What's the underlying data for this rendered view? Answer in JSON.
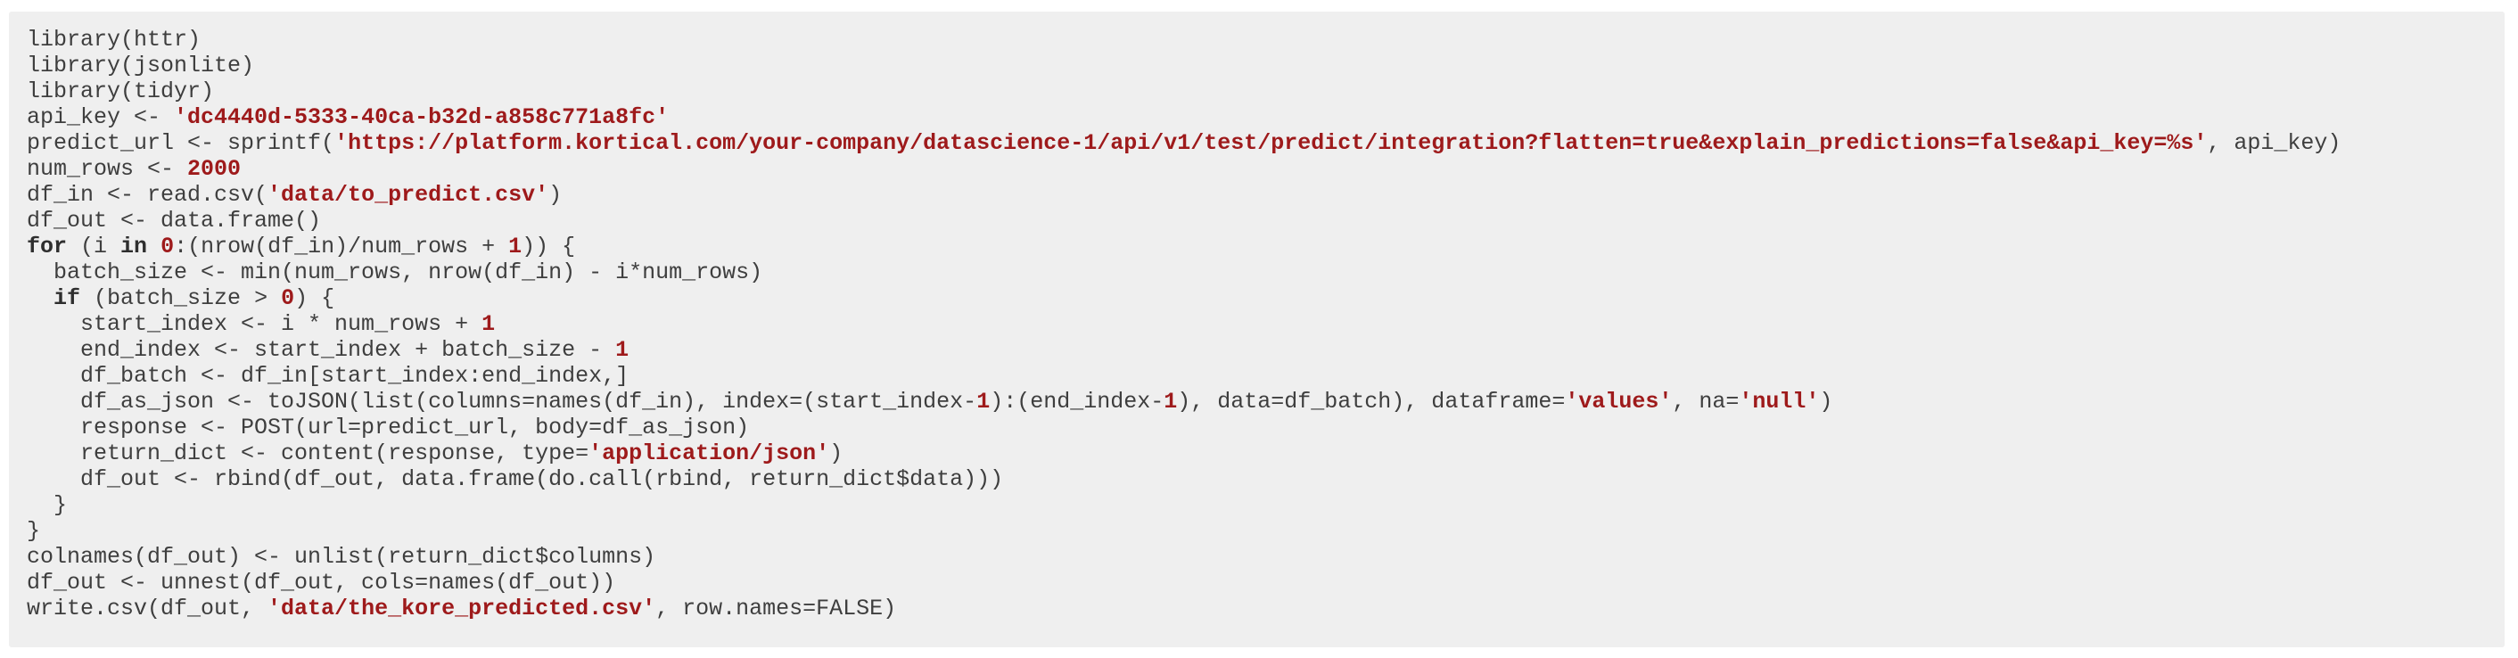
{
  "page": {
    "background_color": "#ffffff"
  },
  "code_block": {
    "background_color": "#efefef",
    "plain_color": "#3e3e3e",
    "keyword_color": "#2e2e2e",
    "string_color": "#9e1a1b",
    "number_color": "#9e1a1b",
    "lines": [
      [
        [
          "p",
          "library(httr)"
        ]
      ],
      [
        [
          "p",
          "library(jsonlite)"
        ]
      ],
      [
        [
          "p",
          "library(tidyr)"
        ]
      ],
      [
        [
          "p",
          "api_key <- "
        ],
        [
          "s",
          "'dc4440d-5333-40ca-b32d-a858c771a8fc'"
        ]
      ],
      [
        [
          "p",
          "predict_url <- sprintf("
        ],
        [
          "s",
          "'https://platform.kortical.com/your-company/datascience-1/api/v1/test/predict/integration?flatten=true&explain_predictions=false&api_key=%s'"
        ],
        [
          "p",
          ", api_key)"
        ]
      ],
      [
        [
          "p",
          "num_rows <- "
        ],
        [
          "n",
          "2000"
        ]
      ],
      [
        [
          "p",
          "df_in <- read.csv("
        ],
        [
          "s",
          "'data/to_predict.csv'"
        ],
        [
          "p",
          ")"
        ]
      ],
      [
        [
          "p",
          "df_out <- data.frame()"
        ]
      ],
      [
        [
          "k",
          "for"
        ],
        [
          "p",
          " (i "
        ],
        [
          "k",
          "in"
        ],
        [
          "p",
          " "
        ],
        [
          "n",
          "0"
        ],
        [
          "p",
          ":(nrow(df_in)/num_rows + "
        ],
        [
          "n",
          "1"
        ],
        [
          "p",
          ")) {"
        ]
      ],
      [
        [
          "p",
          "  batch_size <- min(num_rows, nrow(df_in) - i*num_rows)"
        ]
      ],
      [
        [
          "p",
          "  "
        ],
        [
          "k",
          "if"
        ],
        [
          "p",
          " (batch_size > "
        ],
        [
          "n",
          "0"
        ],
        [
          "p",
          ") {"
        ]
      ],
      [
        [
          "p",
          "    start_index <- i * num_rows + "
        ],
        [
          "n",
          "1"
        ]
      ],
      [
        [
          "p",
          "    end_index <- start_index + batch_size - "
        ],
        [
          "n",
          "1"
        ]
      ],
      [
        [
          "p",
          "    df_batch <- df_in[start_index:end_index,]"
        ]
      ],
      [
        [
          "p",
          "    df_as_json <- toJSON(list(columns=names(df_in), index=(start_index-"
        ],
        [
          "n",
          "1"
        ],
        [
          "p",
          "):(end_index-"
        ],
        [
          "n",
          "1"
        ],
        [
          "p",
          "), data=df_batch), dataframe="
        ],
        [
          "s",
          "'values'"
        ],
        [
          "p",
          ", na="
        ],
        [
          "s",
          "'null'"
        ],
        [
          "p",
          ")"
        ]
      ],
      [
        [
          "p",
          "    response <- POST(url=predict_url, body=df_as_json)"
        ]
      ],
      [
        [
          "p",
          "    return_dict <- content(response, type="
        ],
        [
          "s",
          "'application/json'"
        ],
        [
          "p",
          ")"
        ]
      ],
      [
        [
          "p",
          "    df_out <- rbind(df_out, data.frame(do.call(rbind, return_dict$data)))"
        ]
      ],
      [
        [
          "p",
          "  }"
        ]
      ],
      [
        [
          "p",
          "}"
        ]
      ],
      [
        [
          "p",
          "colnames(df_out) <- unlist(return_dict$columns)"
        ]
      ],
      [
        [
          "p",
          "df_out <- unnest(df_out, cols=names(df_out))"
        ]
      ],
      [
        [
          "p",
          "write.csv(df_out, "
        ],
        [
          "s",
          "'data/the_kore_predicted.csv'"
        ],
        [
          "p",
          ", row.names=FALSE)"
        ]
      ]
    ]
  }
}
